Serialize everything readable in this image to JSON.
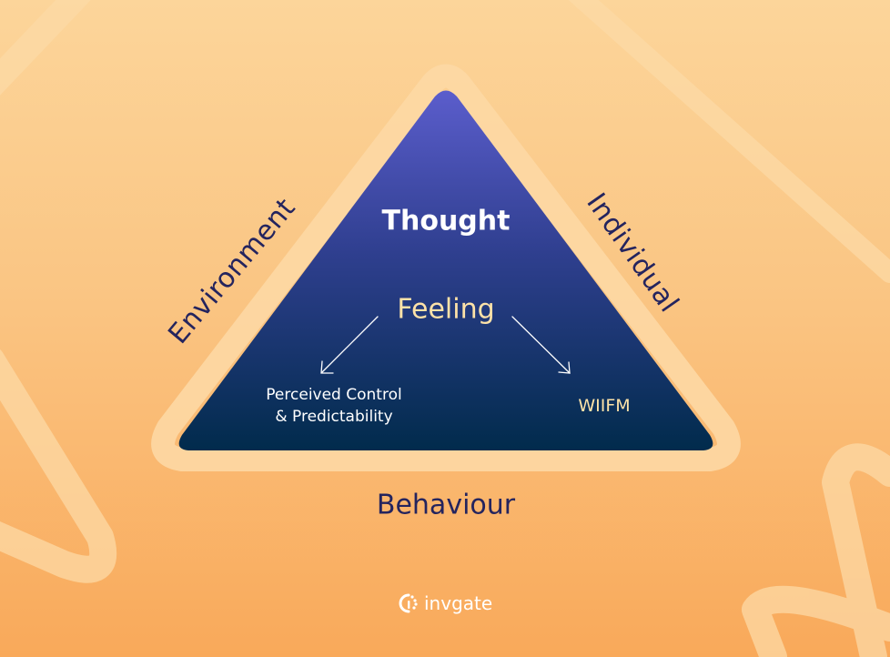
{
  "diagram": {
    "apex": "Thought",
    "center": "Feeling",
    "outcomes": {
      "left": [
        "Perceived Control",
        "& Predictability"
      ],
      "right": "WIIFM"
    },
    "sides": {
      "left": "Environment",
      "right": "Individual",
      "bottom": "Behaviour"
    },
    "arrows": [
      {
        "from": "Feeling",
        "to": "Perceived Control & Predictability"
      },
      {
        "from": "Feeling",
        "to": "WIIFM"
      }
    ]
  },
  "brand": {
    "name": "invgate",
    "icon": "invgate-logo-icon"
  },
  "colors": {
    "triangle_top": "#5a5ac8",
    "triangle_bottom": "#012b4c",
    "side_text": "#24245e",
    "accent_text": "#fde2a8",
    "brush": "#fde0ad"
  }
}
